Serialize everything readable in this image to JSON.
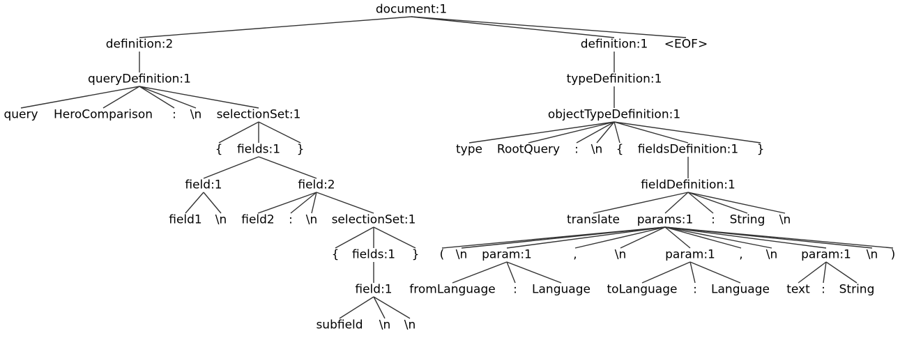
{
  "tree": {
    "nodes": [
      {
        "id": "n0",
        "label": "document:1"
      },
      {
        "id": "n1",
        "label": "definition:2"
      },
      {
        "id": "n2",
        "label": "definition:1"
      },
      {
        "id": "n3",
        "label": "<EOF>"
      },
      {
        "id": "n4",
        "label": "queryDefinition:1"
      },
      {
        "id": "n5",
        "label": "query"
      },
      {
        "id": "n6",
        "label": "HeroComparison"
      },
      {
        "id": "n7",
        "label": ":"
      },
      {
        "id": "n8",
        "label": "\\n"
      },
      {
        "id": "n9",
        "label": "selectionSet:1"
      },
      {
        "id": "n10",
        "label": "{"
      },
      {
        "id": "n11",
        "label": "fields:1"
      },
      {
        "id": "n12",
        "label": "}"
      },
      {
        "id": "n13",
        "label": "field:1"
      },
      {
        "id": "n14",
        "label": "field:2"
      },
      {
        "id": "n15",
        "label": "field1"
      },
      {
        "id": "n16",
        "label": "\\n"
      },
      {
        "id": "n17",
        "label": "field2"
      },
      {
        "id": "n18",
        "label": ":"
      },
      {
        "id": "n19",
        "label": "\\n"
      },
      {
        "id": "n20",
        "label": "selectionSet:1"
      },
      {
        "id": "n21",
        "label": "{"
      },
      {
        "id": "n22",
        "label": "fields:1"
      },
      {
        "id": "n23",
        "label": "}"
      },
      {
        "id": "n24",
        "label": "field:1"
      },
      {
        "id": "n25",
        "label": "subfield"
      },
      {
        "id": "n26",
        "label": "\\n"
      },
      {
        "id": "n27",
        "label": "\\n"
      },
      {
        "id": "n28",
        "label": "typeDefinition:1"
      },
      {
        "id": "n29",
        "label": "objectTypeDefinition:1"
      },
      {
        "id": "n30",
        "label": "type"
      },
      {
        "id": "n31",
        "label": "RootQuery"
      },
      {
        "id": "n32",
        "label": ":"
      },
      {
        "id": "n33",
        "label": "\\n"
      },
      {
        "id": "n34",
        "label": "{"
      },
      {
        "id": "n35",
        "label": "fieldsDefinition:1"
      },
      {
        "id": "n36",
        "label": "}"
      },
      {
        "id": "n37",
        "label": "fieldDefinition:1"
      },
      {
        "id": "n38",
        "label": "translate"
      },
      {
        "id": "n39",
        "label": "params:1"
      },
      {
        "id": "n40",
        "label": ":"
      },
      {
        "id": "n41",
        "label": "String"
      },
      {
        "id": "n42",
        "label": "\\n"
      },
      {
        "id": "n43",
        "label": "("
      },
      {
        "id": "n44",
        "label": "\\n"
      },
      {
        "id": "n45",
        "label": "param:1"
      },
      {
        "id": "n46",
        "label": ","
      },
      {
        "id": "n47",
        "label": "\\n"
      },
      {
        "id": "n48",
        "label": "param:1"
      },
      {
        "id": "n49",
        "label": ","
      },
      {
        "id": "n50",
        "label": "\\n"
      },
      {
        "id": "n51",
        "label": "param:1"
      },
      {
        "id": "n52",
        "label": "\\n"
      },
      {
        "id": "n53",
        "label": ")"
      },
      {
        "id": "n54",
        "label": "fromLanguage"
      },
      {
        "id": "n55",
        "label": ":"
      },
      {
        "id": "n56",
        "label": "Language"
      },
      {
        "id": "n57",
        "label": "toLanguage"
      },
      {
        "id": "n58",
        "label": ":"
      },
      {
        "id": "n59",
        "label": "Language"
      },
      {
        "id": "n60",
        "label": "text"
      },
      {
        "id": "n61",
        "label": ":"
      },
      {
        "id": "n62",
        "label": "String"
      }
    ],
    "edges": [
      [
        "n0",
        "n1"
      ],
      [
        "n0",
        "n2"
      ],
      [
        "n0",
        "n3"
      ],
      [
        "n1",
        "n4"
      ],
      [
        "n4",
        "n5"
      ],
      [
        "n4",
        "n6"
      ],
      [
        "n4",
        "n7"
      ],
      [
        "n4",
        "n8"
      ],
      [
        "n4",
        "n9"
      ],
      [
        "n9",
        "n10"
      ],
      [
        "n9",
        "n11"
      ],
      [
        "n9",
        "n12"
      ],
      [
        "n11",
        "n13"
      ],
      [
        "n11",
        "n14"
      ],
      [
        "n13",
        "n15"
      ],
      [
        "n13",
        "n16"
      ],
      [
        "n14",
        "n17"
      ],
      [
        "n14",
        "n18"
      ],
      [
        "n14",
        "n19"
      ],
      [
        "n14",
        "n20"
      ],
      [
        "n20",
        "n21"
      ],
      [
        "n20",
        "n22"
      ],
      [
        "n20",
        "n23"
      ],
      [
        "n22",
        "n24"
      ],
      [
        "n24",
        "n25"
      ],
      [
        "n24",
        "n26"
      ],
      [
        "n24",
        "n27"
      ],
      [
        "n2",
        "n28"
      ],
      [
        "n28",
        "n29"
      ],
      [
        "n29",
        "n30"
      ],
      [
        "n29",
        "n31"
      ],
      [
        "n29",
        "n32"
      ],
      [
        "n29",
        "n33"
      ],
      [
        "n29",
        "n34"
      ],
      [
        "n29",
        "n35"
      ],
      [
        "n29",
        "n36"
      ],
      [
        "n35",
        "n37"
      ],
      [
        "n37",
        "n38"
      ],
      [
        "n37",
        "n39"
      ],
      [
        "n37",
        "n40"
      ],
      [
        "n37",
        "n41"
      ],
      [
        "n37",
        "n42"
      ],
      [
        "n39",
        "n43"
      ],
      [
        "n39",
        "n44"
      ],
      [
        "n39",
        "n45"
      ],
      [
        "n39",
        "n46"
      ],
      [
        "n39",
        "n47"
      ],
      [
        "n39",
        "n48"
      ],
      [
        "n39",
        "n49"
      ],
      [
        "n39",
        "n50"
      ],
      [
        "n39",
        "n51"
      ],
      [
        "n39",
        "n52"
      ],
      [
        "n39",
        "n53"
      ],
      [
        "n45",
        "n54"
      ],
      [
        "n45",
        "n55"
      ],
      [
        "n45",
        "n56"
      ],
      [
        "n48",
        "n57"
      ],
      [
        "n48",
        "n58"
      ],
      [
        "n48",
        "n59"
      ],
      [
        "n51",
        "n60"
      ],
      [
        "n51",
        "n61"
      ],
      [
        "n51",
        "n62"
      ]
    ]
  }
}
